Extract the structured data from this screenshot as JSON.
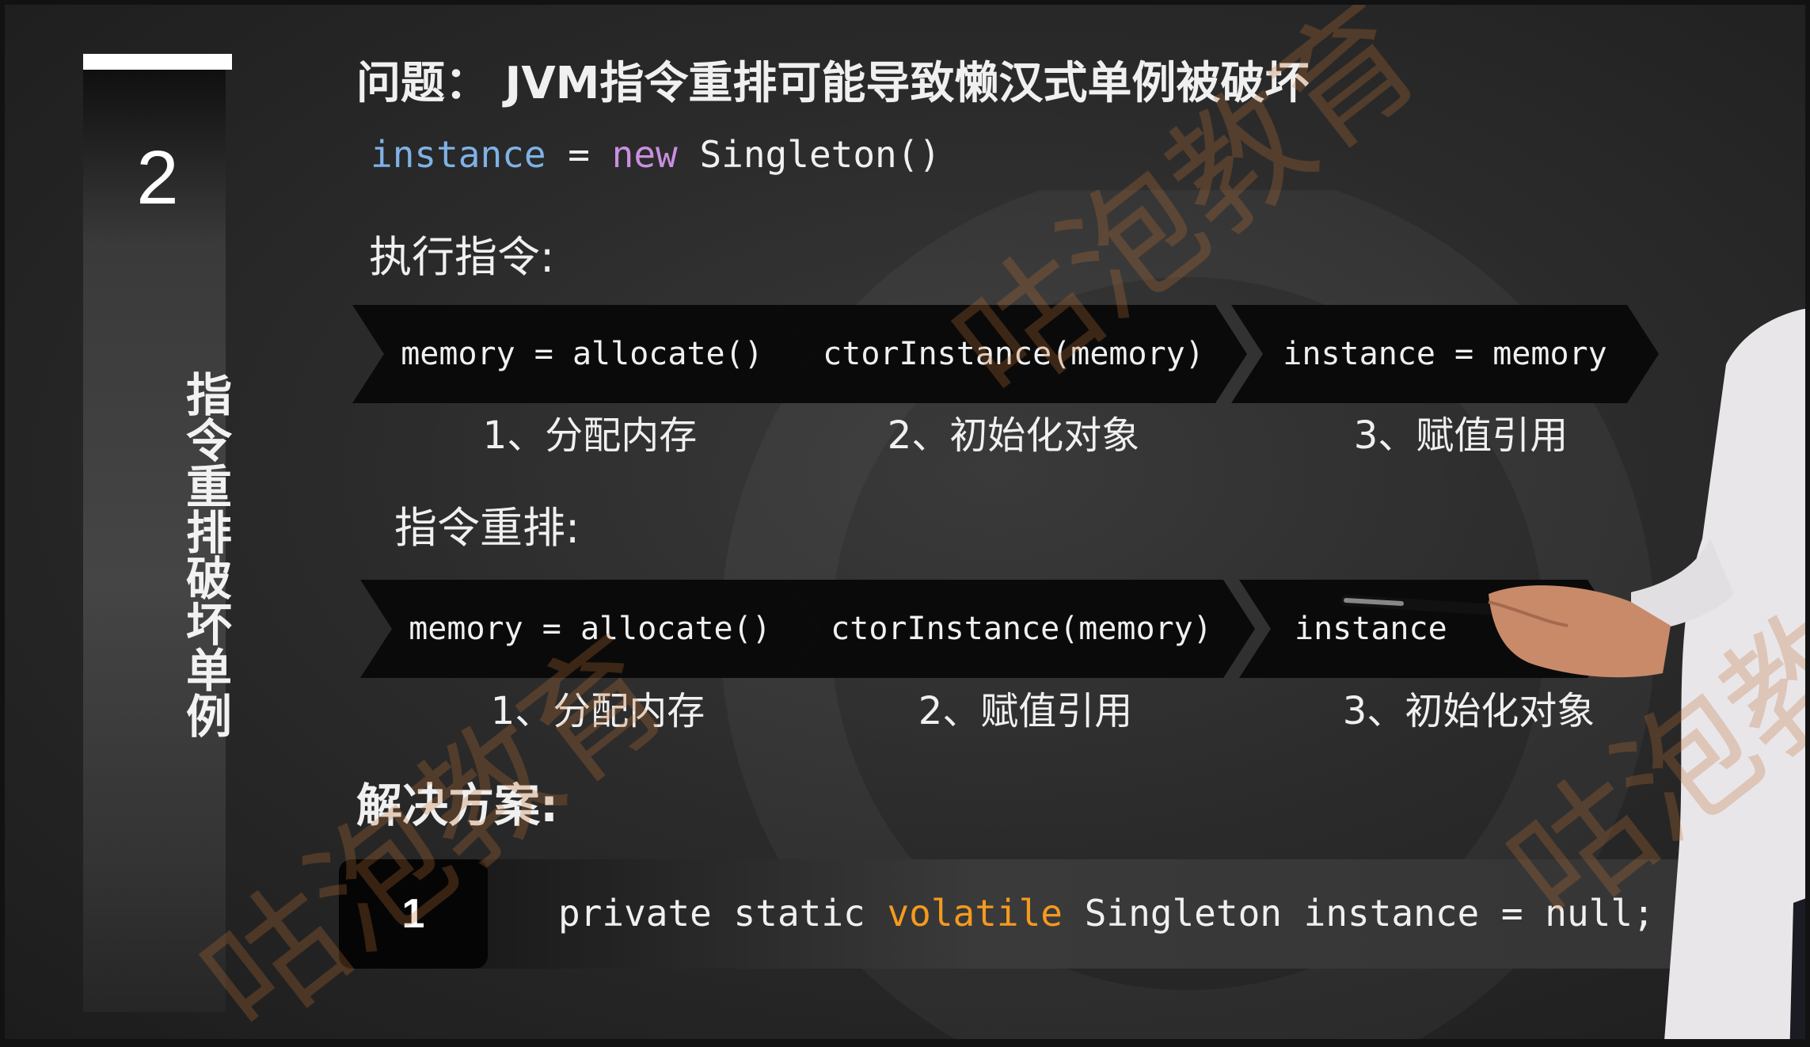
{
  "slide": {
    "section_number": "2",
    "section_title": "指令重排破坏单例",
    "question": "问题：  JVM指令重排可能导致懒汉式单例被破坏",
    "statement": {
      "lhs": "instance",
      "op": "=",
      "keyword": "new",
      "rhs": "Singleton()"
    },
    "exec_heading": "执行指令:",
    "exec_steps": [
      {
        "code": "memory = allocate()",
        "label": "1、分配内存"
      },
      {
        "code": "ctorInstance(memory)",
        "label": "2、初始化对象"
      },
      {
        "code": "instance = memory",
        "label": "3、赋值引用"
      }
    ],
    "reorder_heading": "指令重排:",
    "reorder_steps": [
      {
        "code": "memory = allocate()",
        "label": "1、分配内存"
      },
      {
        "code": "ctorInstance(memory)",
        "label": "2、赋值引用"
      },
      {
        "code": "instance",
        "label": "3、初始化对象"
      }
    ],
    "solution_heading": "解决方案:",
    "solution": {
      "number": "1",
      "code_before": "private static",
      "code_keyword": "volatile",
      "code_after": "Singleton instance = null;"
    },
    "watermark": "咕泡教育",
    "colors": {
      "identifier": "#7fb2e6",
      "keyword": "#c98fe0",
      "volatile": "#f59a1e",
      "text": "#f0f0f0"
    }
  }
}
